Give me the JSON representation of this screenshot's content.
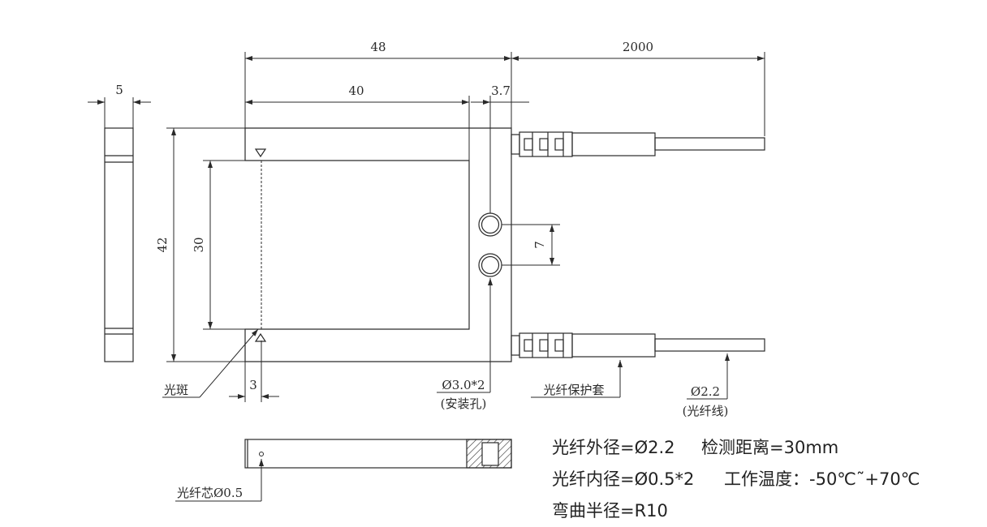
{
  "dimensions": {
    "overall_length": "48",
    "cable_length": "2000",
    "inner_length": "40",
    "hole_offset": "3.7",
    "thickness": "5",
    "height": "42",
    "detect_span": "30",
    "hole_pitch": "7",
    "spot_offset": "3"
  },
  "callouts": {
    "spot": "光斑",
    "hole": "Ø3.0*2",
    "hole_note": "(安装孔)",
    "sleeve": "光纤保护套",
    "fiber": "Ø2.2",
    "fiber_note": "(光纤线)",
    "core": "光纤芯Ø0.5"
  },
  "specs": {
    "line1_a": "光纤外径=Ø2.2",
    "line1_b": "检测距离=30mm",
    "line2_a": "光纤内径=Ø0.5*2",
    "line2_b": "工作温度：-50℃˜+70℃",
    "line3": "弯曲半径=R10"
  }
}
